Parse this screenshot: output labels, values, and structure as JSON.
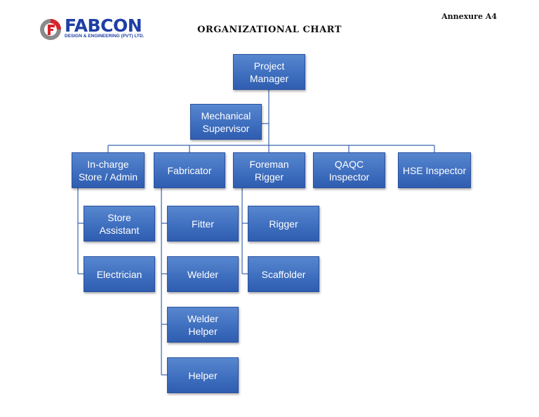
{
  "header": {
    "annexure": "Annexure A4",
    "title": "ORGANIZATIONAL CHART"
  },
  "logo": {
    "name": "FABCON",
    "tagline": "DESIGN & ENGINEERING (PVT) LTD."
  },
  "colors": {
    "node_fill": "#4472c4",
    "node_border": "#2a51a0",
    "connector": "#3a63b0",
    "logo_blue": "#1f3fa6",
    "logo_red": "#d6242b",
    "logo_grey": "#8a8a8a"
  },
  "nodes": [
    {
      "id": "project_manager",
      "label": "Project\nManager"
    },
    {
      "id": "mechanical_supervisor",
      "label": "Mechanical\nSupervisor"
    },
    {
      "id": "incharge_store_admin",
      "label": "In-charge\nStore / Admin"
    },
    {
      "id": "fabricator",
      "label": "Fabricator"
    },
    {
      "id": "foreman_rigger",
      "label": "Foreman\nRigger"
    },
    {
      "id": "qaqc_inspector",
      "label": "QAQC\nInspector"
    },
    {
      "id": "hse_inspector",
      "label": "HSE Inspector"
    },
    {
      "id": "store_assistant",
      "label": "Store\nAssistant"
    },
    {
      "id": "electrician",
      "label": "Electrician"
    },
    {
      "id": "fitter",
      "label": "Fitter"
    },
    {
      "id": "welder",
      "label": "Welder"
    },
    {
      "id": "welder_helper",
      "label": "Welder\nHelper"
    },
    {
      "id": "helper",
      "label": "Helper"
    },
    {
      "id": "rigger",
      "label": "Rigger"
    },
    {
      "id": "scaffolder",
      "label": "Scaffolder"
    }
  ]
}
